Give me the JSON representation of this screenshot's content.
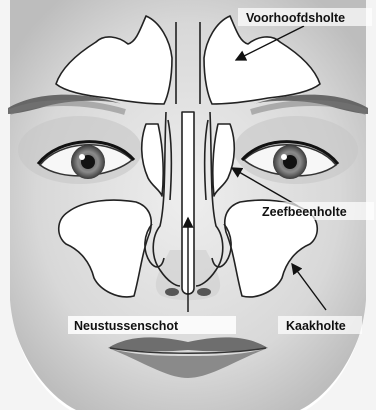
{
  "diagram": {
    "labels": {
      "frontal": "Voorhoofdsholte",
      "ethmoid": "Zeefbeenholte",
      "septum": "Neustussenschot",
      "maxillary": "Kaakholte"
    },
    "colors": {
      "background": "#ffffff",
      "face_shade": "#d9d9d9",
      "cavity_fill": "#ffffff",
      "outline": "#222222",
      "label_text": "#111111"
    }
  }
}
